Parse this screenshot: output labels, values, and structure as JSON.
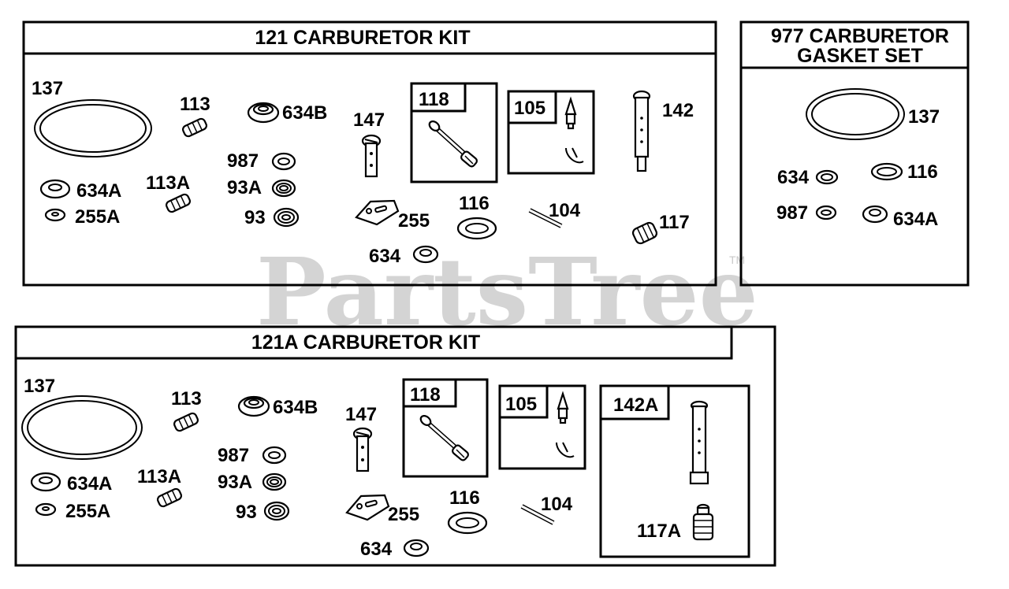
{
  "watermark": {
    "text": "PartsTree",
    "tm": "TM"
  },
  "kit_121": {
    "title": "121 CARBURETOR KIT",
    "labels": {
      "137": "137",
      "113": "113",
      "634b": "634B",
      "147": "147",
      "118": "118",
      "105": "105",
      "142": "142",
      "987": "987",
      "93a": "93A",
      "93": "93",
      "113a": "113A",
      "634a": "634A",
      "255a": "255A",
      "255": "255",
      "116": "116",
      "104": "104",
      "117": "117",
      "634": "634"
    }
  },
  "kit_977": {
    "title_line1": "977 CARBURETOR",
    "title_line2": "GASKET SET",
    "labels": {
      "137": "137",
      "634": "634",
      "116": "116",
      "987": "987",
      "634a": "634A"
    }
  },
  "kit_121a": {
    "title": "121A CARBURETOR KIT",
    "labels": {
      "137": "137",
      "113": "113",
      "634b": "634B",
      "147": "147",
      "118": "118",
      "105": "105",
      "142a": "142A",
      "987": "987",
      "93a": "93A",
      "93": "93",
      "113a": "113A",
      "634a": "634A",
      "255a": "255A",
      "255": "255",
      "116": "116",
      "104": "104",
      "117a": "117A",
      "634": "634"
    }
  }
}
